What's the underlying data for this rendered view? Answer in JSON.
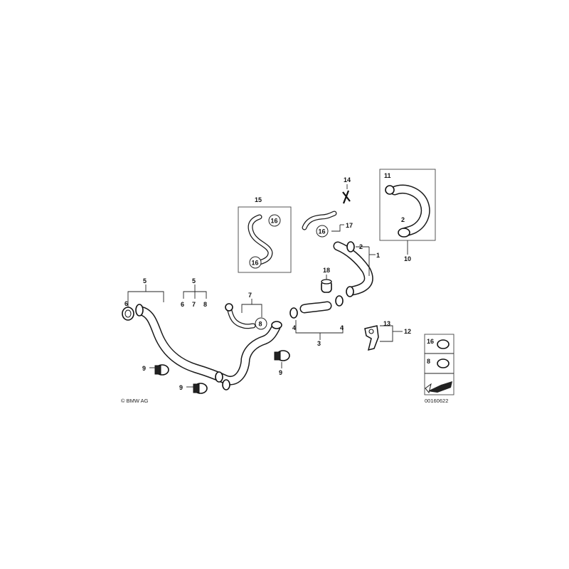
{
  "callouts": {
    "n1": "1",
    "n2a": "2",
    "n2b": "2",
    "n3": "3",
    "n4a": "4",
    "n4b": "4",
    "n5a": "5",
    "n5b": "5",
    "n6a": "6",
    "n6b": "6",
    "n7a": "7",
    "n7b": "7",
    "n8a": "8",
    "n8b": "8",
    "n8c": "8",
    "n9a": "9",
    "n9b": "9",
    "n9c": "9",
    "n10": "10",
    "n11": "11",
    "n12": "12",
    "n13": "13",
    "n14": "14",
    "n15": "15",
    "n16a": "16",
    "n16b": "16",
    "n16c": "16",
    "n16d": "16",
    "n17": "17",
    "n18": "18"
  },
  "copyright": "© BMW AG",
  "image_number": "00160622"
}
